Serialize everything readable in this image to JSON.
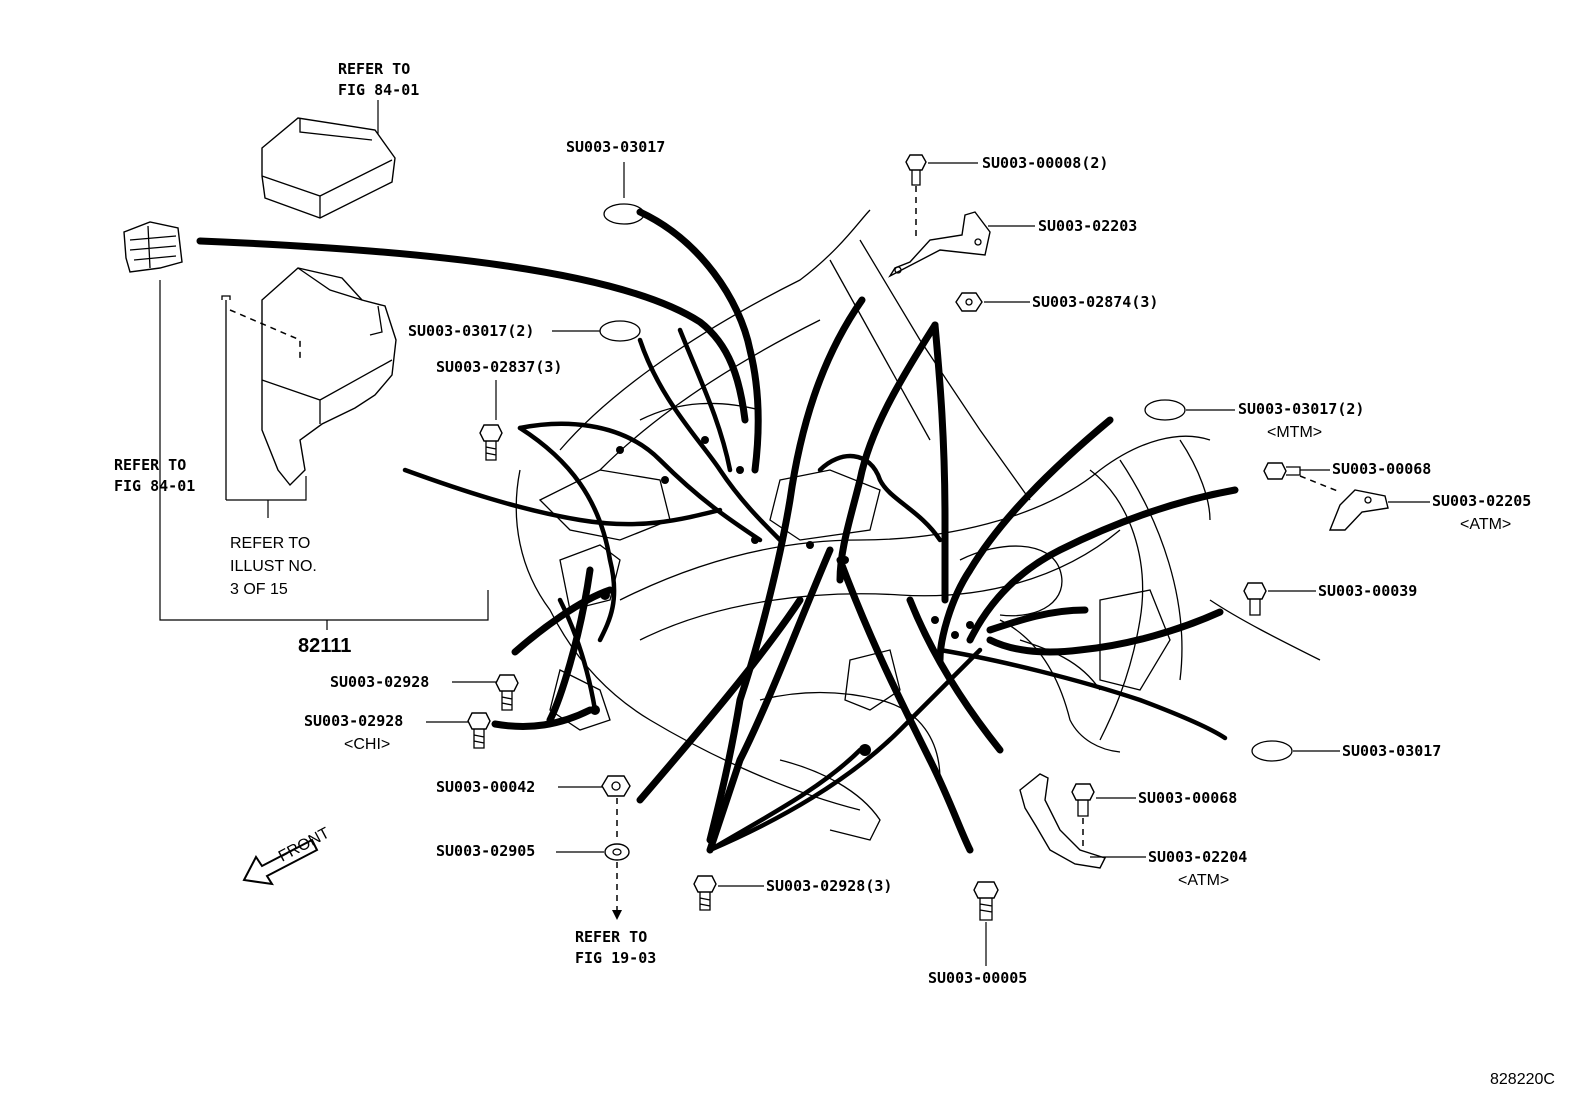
{
  "diagram": {
    "refer_top": [
      "REFER TO",
      "FIG 84-01"
    ],
    "refer_left": [
      "REFER TO",
      "FIG 84-01"
    ],
    "refer_illust": [
      "REFER TO",
      "ILLUST NO.",
      "3 OF 15"
    ],
    "refer_bottom": [
      "REFER TO",
      "FIG 19-03"
    ],
    "part_main": "82111",
    "front_label": "FRONT",
    "figure_code": "828220C",
    "callouts": [
      {
        "code": "SU003-03017",
        "note": ""
      },
      {
        "code": "SU003-00008(2)",
        "note": ""
      },
      {
        "code": "SU003-02203",
        "note": ""
      },
      {
        "code": "SU003-02874(3)",
        "note": ""
      },
      {
        "code": "SU003-03017(2)",
        "note": ""
      },
      {
        "code": "SU003-02837(3)",
        "note": ""
      },
      {
        "code": "SU003-03017(2)",
        "note": "<MTM>"
      },
      {
        "code": "SU003-00068",
        "note": ""
      },
      {
        "code": "SU003-02205",
        "note": "<ATM>"
      },
      {
        "code": "SU003-00039",
        "note": ""
      },
      {
        "code": "SU003-02928",
        "note": ""
      },
      {
        "code": "SU003-02928",
        "note": "<CHI>"
      },
      {
        "code": "SU003-03017",
        "note": ""
      },
      {
        "code": "SU003-00042",
        "note": ""
      },
      {
        "code": "SU003-00068",
        "note": ""
      },
      {
        "code": "SU003-02905",
        "note": ""
      },
      {
        "code": "SU003-02204",
        "note": "<ATM>"
      },
      {
        "code": "SU003-02928(3)",
        "note": ""
      },
      {
        "code": "SU003-00005",
        "note": ""
      }
    ]
  }
}
